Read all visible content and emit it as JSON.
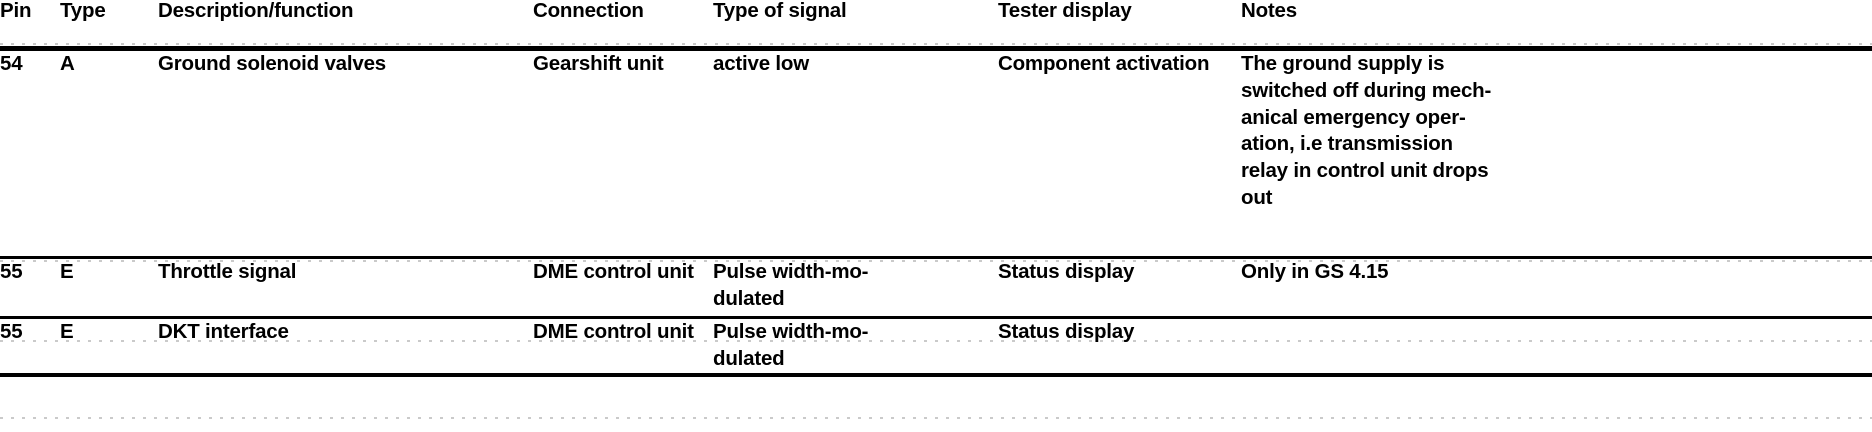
{
  "document": {
    "kind": "pin-assignment-table",
    "background_color": "#ffffff",
    "text_color": "#000000"
  },
  "table": {
    "columns": [
      {
        "key": "pin",
        "label": "Pin"
      },
      {
        "key": "type",
        "label": "Type"
      },
      {
        "key": "desc",
        "label": "Description/function"
      },
      {
        "key": "conn",
        "label": "Connection"
      },
      {
        "key": "signal",
        "label": "Type of signal"
      },
      {
        "key": "tester",
        "label": "Tester display"
      },
      {
        "key": "notes",
        "label": "Notes"
      }
    ],
    "rows": [
      {
        "pin": "54",
        "type": "A",
        "desc": "Ground solenoid valves",
        "conn": "Gearshift unit",
        "signal": "active low",
        "signal_lines": [
          "active low"
        ],
        "tester": "Component activation",
        "notes": "The ground supply is switched off during mechanical emergency operation, i.e transmission relay in control unit drops out",
        "notes_lines": [
          "The ground supply is",
          "switched off during mech-",
          "anical emergency oper-",
          "ation, i.e transmission",
          "relay in control unit drops",
          "out"
        ]
      },
      {
        "pin": "55",
        "type": "E",
        "desc": "Throttle signal",
        "conn": "DME control unit",
        "signal": "Pulse width-modulated",
        "signal_lines": [
          "Pulse width-mo-",
          "dulated"
        ],
        "tester": "Status display",
        "notes": "Only in GS 4.15",
        "notes_lines": [
          "Only in GS 4.15"
        ]
      },
      {
        "pin": "55",
        "type": "E",
        "desc": "DKT interface",
        "conn": "DME control unit",
        "signal": "Pulse width-modulated",
        "signal_lines": [
          "Pulse width-mo-",
          "dulated"
        ],
        "tester": "Status display",
        "notes": "",
        "notes_lines": []
      }
    ]
  }
}
